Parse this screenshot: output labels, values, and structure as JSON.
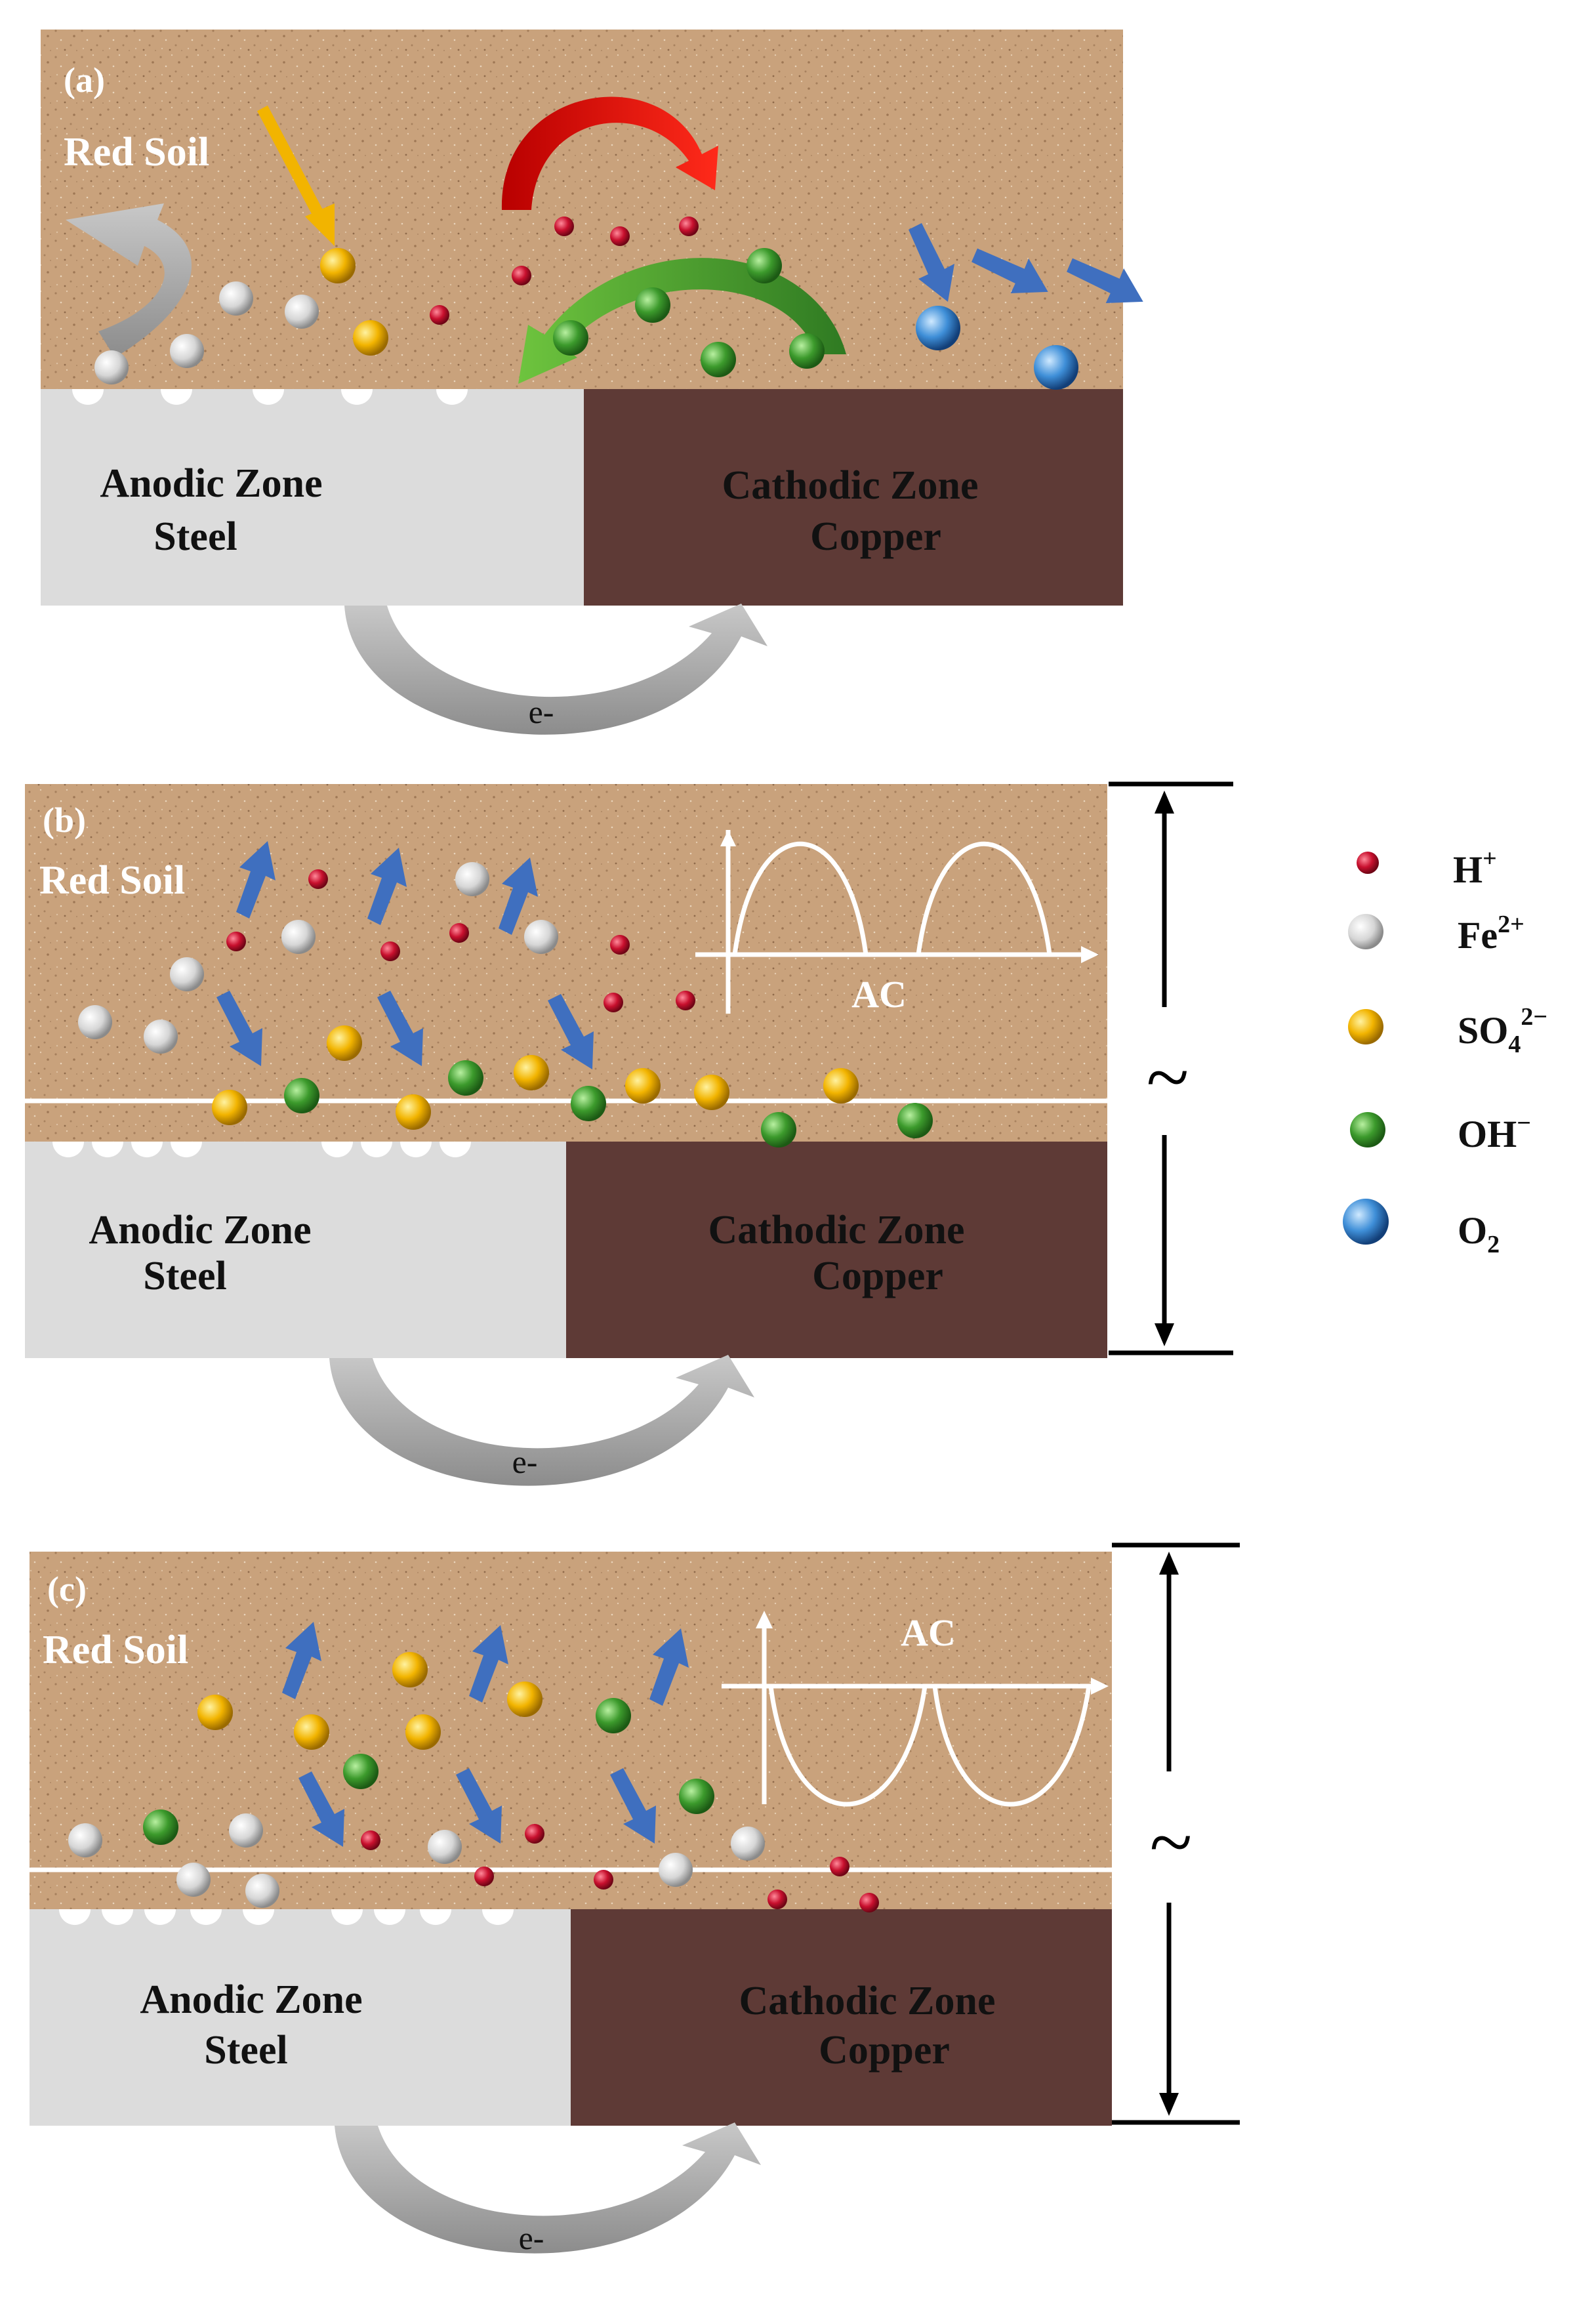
{
  "panels": [
    {
      "label": "(a)",
      "soil_label": "Red Soil",
      "anode_line1": "Anodic Zone",
      "anode_line2": "Steel",
      "cathode_line1": "Cathodic Zone",
      "cathode_line2": "Copper",
      "electron_label": "e-"
    },
    {
      "label": "(b)",
      "soil_label": "Red Soil",
      "ac_label": "AC",
      "anode_line1": "Anodic Zone",
      "anode_line2": "Steel",
      "cathode_line1": "Cathodic Zone",
      "cathode_line2": "Copper",
      "electron_label": "e-",
      "source_symbol": "~"
    },
    {
      "label": "(c)",
      "soil_label": "Red Soil",
      "ac_label": "AC",
      "anode_line1": "Anodic Zone",
      "anode_line2": "Steel",
      "cathode_line1": "Cathodic Zone",
      "cathode_line2": "Copper",
      "electron_label": "e-",
      "source_symbol": "~"
    }
  ],
  "legend": {
    "items": [
      {
        "ion": "H",
        "sup": "+",
        "sub": "",
        "color": "#c8102e"
      },
      {
        "ion": "Fe",
        "sup": "2+",
        "sub": "",
        "color": "#e6e6e6"
      },
      {
        "ion": "SO",
        "sub": "4",
        "sup": "2−",
        "color": "#f2b400"
      },
      {
        "ion": "OH",
        "sup": "−",
        "sub": "",
        "color": "#3c9a2c"
      },
      {
        "ion": "O",
        "sub": "2",
        "sup": "",
        "color": "#3f8fd8"
      }
    ]
  },
  "colors": {
    "soil": "#c9a27c",
    "steel": "#dcdcdc",
    "copper": "#5e3a36",
    "electron_arrow": "#9c9c9c",
    "ion_arrow": "#3f6fbf"
  }
}
